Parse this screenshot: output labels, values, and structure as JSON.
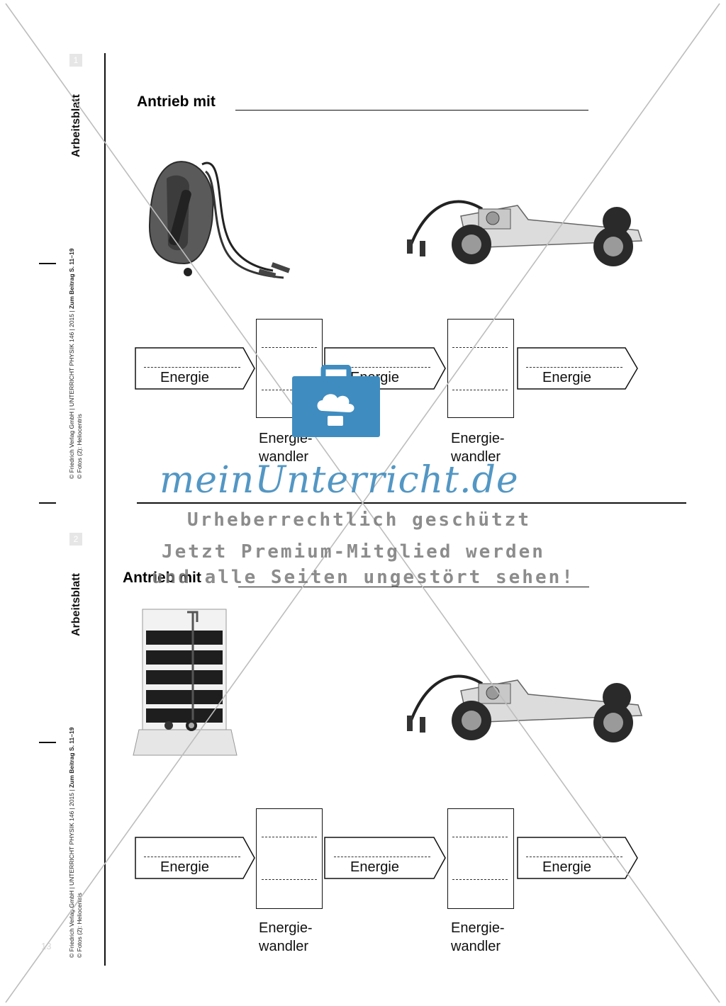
{
  "sidebar": {
    "sheet_label": "Arbeitsblatt",
    "section_numbers": [
      "1",
      "2"
    ],
    "credit_line1_a": "© Friedrich Verlag GmbH | UNTERRICHT PHYSIK 146 | 2015 | ",
    "credit_line1_b": "Zum Beitrag S. 11–19",
    "credit_line2": "© Fotos (2): Heliocentris",
    "page_number": "13"
  },
  "sections": [
    {
      "heading": "Antrieb mit",
      "device_image": "hand-crank-generator",
      "car_image": "model-car",
      "energy_labels": [
        "Energie",
        "Energie",
        "Energie"
      ],
      "converter_labels": [
        "Energie-\nwandler",
        "Energie-\nwandler"
      ]
    },
    {
      "heading": "Antrieb mit",
      "device_image": "solar-panel",
      "car_image": "model-car",
      "energy_labels": [
        "Energie",
        "Energie",
        "Energie"
      ],
      "converter_labels": [
        "Energie-\nwandler",
        "Energie-\nwandler"
      ]
    }
  ],
  "watermark": {
    "brand": "meinUnterricht.de",
    "line1": "Urheberrechtlich geschützt",
    "line2": "Jetzt Premium-Mitglied werden",
    "line3": "und alle Seiten ungestört sehen!"
  },
  "colors": {
    "ink": "#111111",
    "watermark_blue": "#3f8cc0",
    "watermark_gray": "#787878"
  }
}
